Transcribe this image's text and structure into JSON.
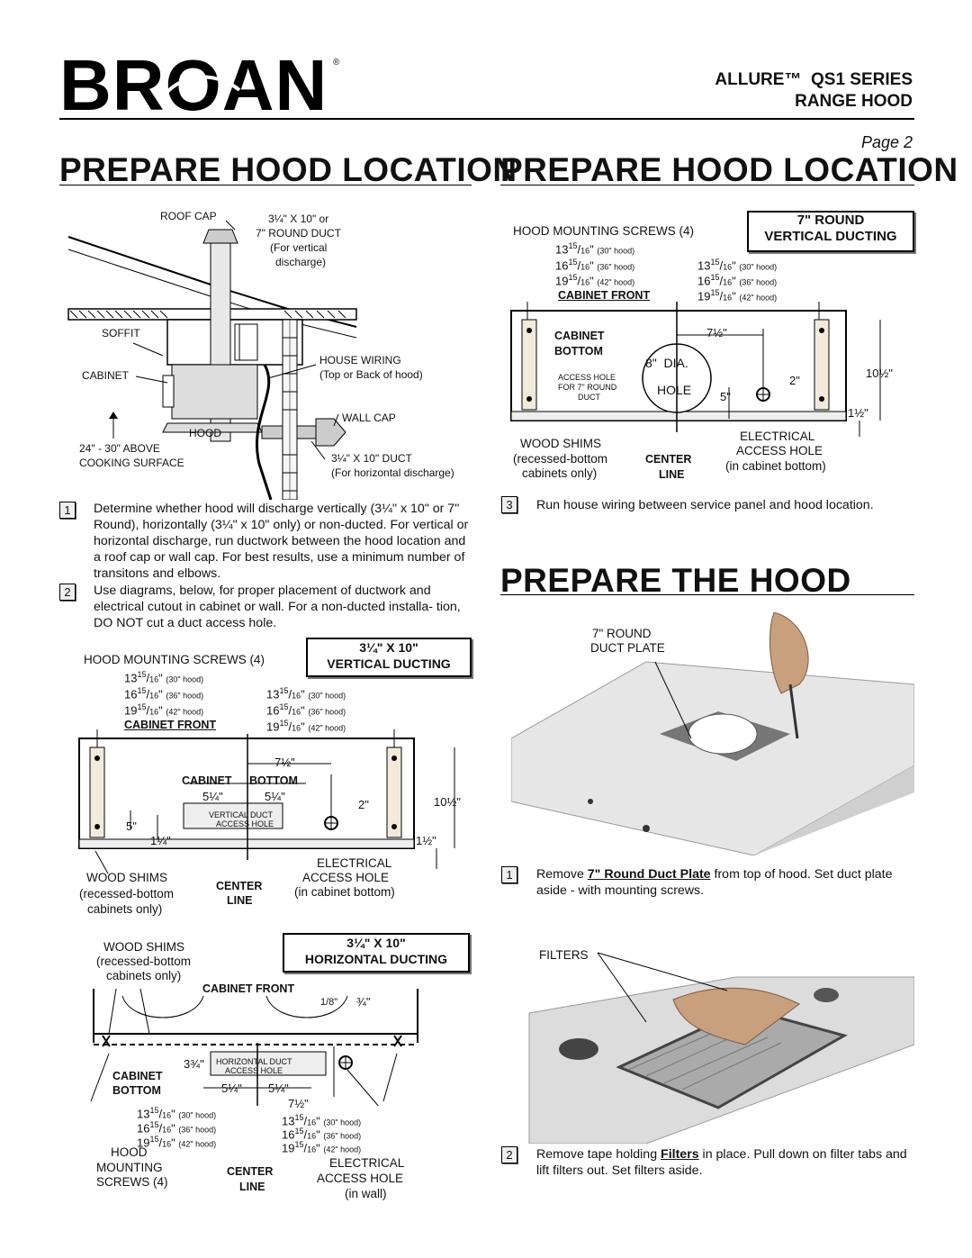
{
  "header": {
    "brand": "BROAN",
    "registered": "®",
    "series_line": "ALLURE™  QS1 SERIES",
    "product_line": "RANGE HOOD",
    "page": "Page 2"
  },
  "left": {
    "title": "PREPARE HOOD LOCATION",
    "fig1": {
      "roof_cap": "ROOF CAP",
      "duct_v_1": "3¼\" X 10\" or",
      "duct_v_2": "7\" ROUND DUCT",
      "duct_v_3": "(For vertical",
      "duct_v_4": "discharge)",
      "soffit": "SOFFIT",
      "cabinet": "CABINET",
      "house_wiring_1": "HOUSE WIRING",
      "house_wiring_2": "(Top or Back of hood)",
      "wall_cap": "WALL CAP",
      "hood": "HOOD",
      "above_1": "24\" - 30\" ABOVE",
      "above_2": "COOKING SURFACE",
      "duct_h_1": "3¼\" X 10\" DUCT",
      "duct_h_2": "(For horizontal discharge)"
    },
    "steps": [
      {
        "num": "1",
        "text": "Determine whether hood will discharge vertically (3¼\" x 10\" or 7\" Round), horizontally (3¼\" x 10\" only) or non-ducted. For vertical or horizontal discharge, run ductwork between the hood location and a roof cap or wall cap. For best results, use a minimum number of transitons and elbows."
      },
      {
        "num": "2",
        "text": "Use diagrams, below, for proper placement of ductwork and electrical cutout in cabinet or wall. For a non-ducted installa- tion, DO NOT cut a duct access hole."
      }
    ],
    "fig2": {
      "box_1": "3¼\" X 10\"",
      "box_2": "VERTICAL DUCTING",
      "screws": "HOOD MOUNTING SCREWS (4)",
      "d30": "13",
      "d36": "16",
      "d42": "19",
      "f15": "15",
      "f16": "16",
      "h30": "(30\" hood)",
      "h36": "(36\" hood)",
      "h42": "(42\" hood)",
      "cab_front": "CABINET FRONT",
      "seven_half": "7½\"",
      "cab_bottom_a": "CABINET",
      "cab_bottom_b": "BOTTOM",
      "five_q_a": "5¼\"",
      "five_q_b": "5¼\"",
      "two": "2\"",
      "vd_1": "VERTICAL DUCT",
      "vd_2": "ACCESS HOLE",
      "five": "5\"",
      "one_q": "1¼\"",
      "ten_half": "10½\"",
      "one_half": "1½\"",
      "wood_1": "WOOD SHIMS",
      "wood_2": "(recessed-bottom",
      "wood_3": "cabinets only)",
      "center_1": "CENTER",
      "center_2": "LINE",
      "elec_1": "ELECTRICAL",
      "elec_2": "ACCESS HOLE",
      "elec_3": "(in cabinet bottom)"
    },
    "fig3": {
      "box_1": "3¼\" X 10\"",
      "box_2": "HORIZONTAL DUCTING",
      "wood_1": "WOOD SHIMS",
      "wood_2": "(recessed-bottom",
      "wood_3": "cabinets only)",
      "cab_front": "CABINET FRONT",
      "eighth": "1/8\"",
      "three_q": "¾\"",
      "three_three_q": "3¾\"",
      "hd_1": "HORIZONTAL DUCT",
      "hd_2": "ACCESS HOLE",
      "cab_bottom_a": "CABINET",
      "cab_bottom_b": "BOTTOM",
      "five_q_a": "5¼\"",
      "five_q_b": "5¼\"",
      "seven_half": "7½\"",
      "hood_1": "HOOD",
      "hood_2": "MOUNTING",
      "hood_3": "SCREWS (4)",
      "center_1": "CENTER",
      "center_2": "LINE",
      "elec_1": "ELECTRICAL",
      "elec_2": "ACCESS HOLE",
      "elec_3": "(in wall)"
    }
  },
  "right": {
    "title": "PREPARE HOOD LOCATION",
    "fig4": {
      "box_1": "7\" ROUND",
      "box_2": "VERTICAL DUCTING",
      "screws": "HOOD MOUNTING SCREWS (4)",
      "cab_front": "CABINET FRONT",
      "cab_bottom_a": "CABINET",
      "cab_bottom_b": "BOTTOM",
      "access_1": "ACCESS HOLE",
      "access_2": "FOR 7\" ROUND",
      "access_3": "DUCT",
      "seven_half": "7½\"",
      "dia": "8\"  DIA.",
      "hole": "HOLE",
      "five": "5\"",
      "two": "2\"",
      "ten_half": "10½\"",
      "one_half": "1½\"",
      "wood_1": "WOOD SHIMS",
      "wood_2": "(recessed-bottom",
      "wood_3": "cabinets only)",
      "center_1": "CENTER",
      "center_2": "LINE",
      "elec_1": "ELECTRICAL",
      "elec_2": "ACCESS HOLE",
      "elec_3": "(in cabinet bottom)"
    },
    "step3": {
      "num": "3",
      "text": "Run house wiring between service panel and hood location."
    },
    "title2": "PREPARE THE HOOD",
    "photo1": {
      "label_1": "7\" ROUND",
      "label_2": "DUCT PLATE"
    },
    "step_r1": {
      "num": "1",
      "pre": "Remove ",
      "bold": "7\" Round Duct Plate",
      "post": " from top of hood. Set duct plate aside - with mounting screws."
    },
    "photo2": {
      "label": "FILTERS"
    },
    "step_r2": {
      "num": "2",
      "pre": "Remove tape holding ",
      "bold": "Filters",
      "post": " in place. Pull down on filter tabs and lift filters out. Set filters aside."
    }
  }
}
